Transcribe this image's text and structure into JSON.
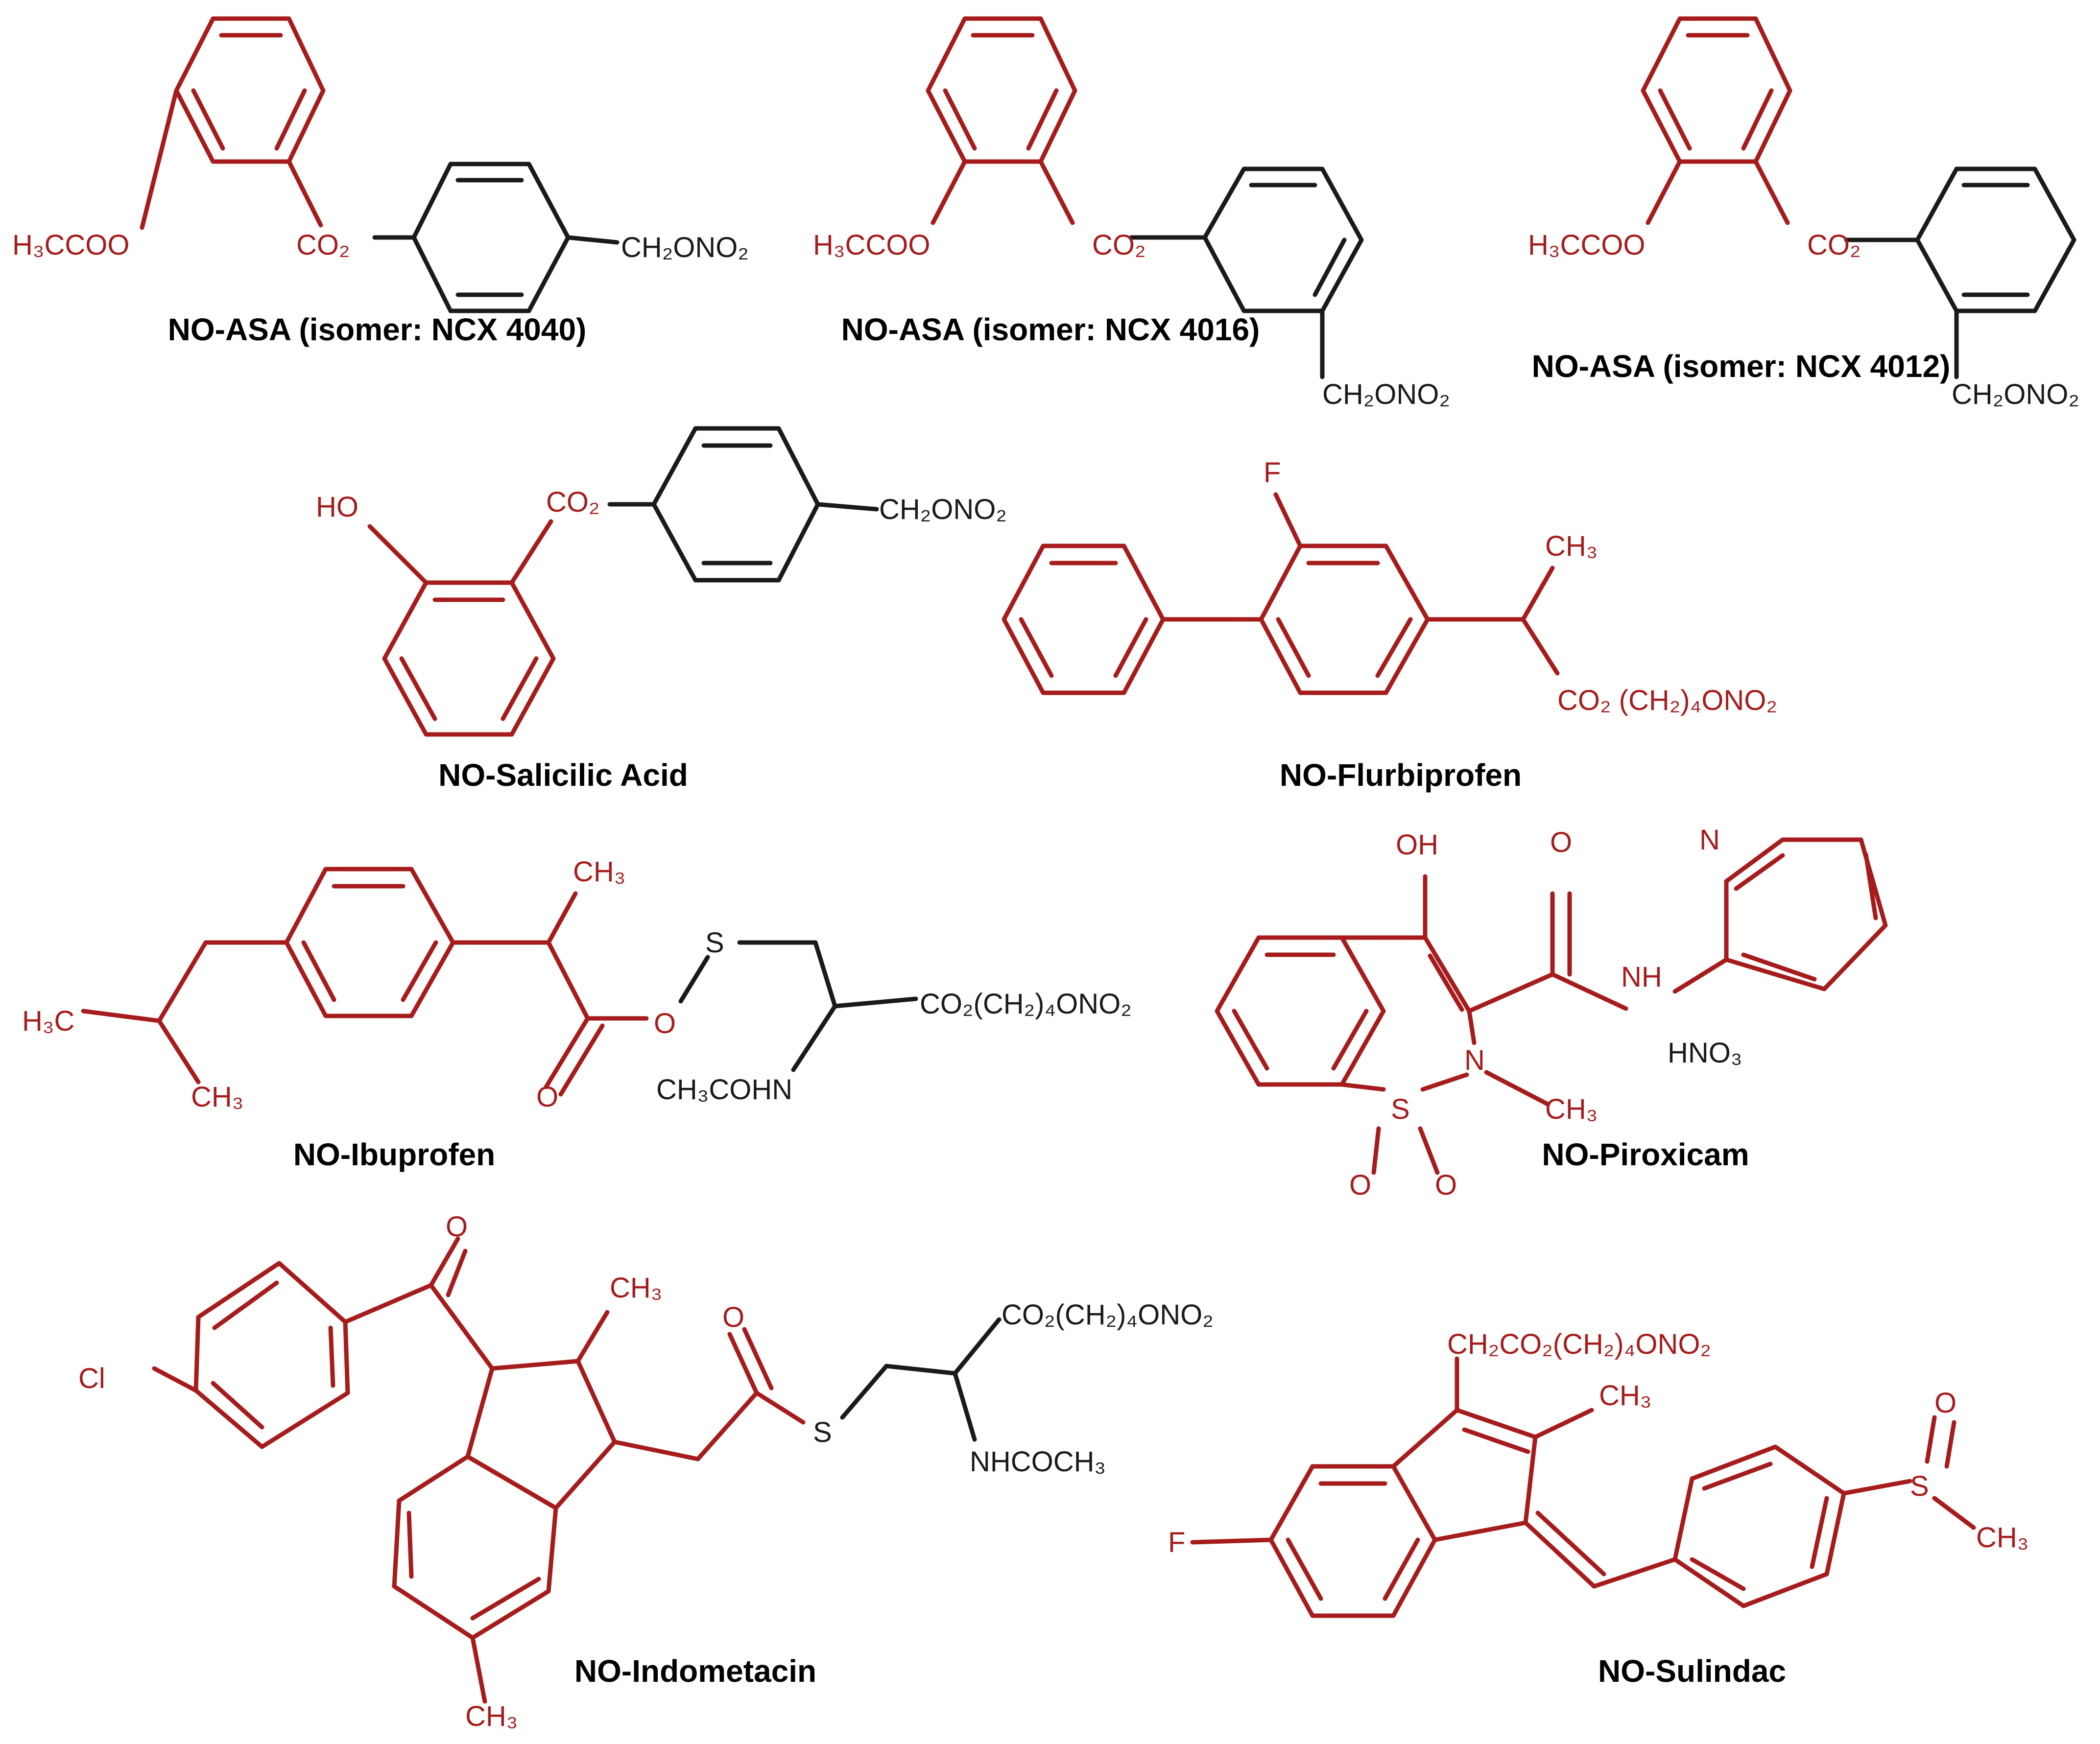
{
  "colors": {
    "drug_moiety": "#a61c1c",
    "linker": "#1a1a1a",
    "background": "#ffffff"
  },
  "captions": {
    "c1": "NO-ASA (isomer: NCX 4040)",
    "c2": "NO-ASA (isomer: NCX 4016)",
    "c3": "NO-ASA (isomer: NCX 4012)",
    "c4": "NO-Salicilic Acid",
    "c5": "NO-Flurbiprofen",
    "c6": "NO-Ibuprofen",
    "c7": "NO-Piroxicam",
    "c8": "NO-Indometacin",
    "c9": "NO-Sulindac"
  },
  "labels": {
    "l01": "H₃CCOO",
    "l02": "CO₂",
    "l03": "CH₂ONO₂",
    "l04": "H₃CCOO",
    "l05": "CO₂",
    "l06": "CH₂ONO₂",
    "l07": "H₃CCOO",
    "l08": "CO₂",
    "l09": "CH₂ONO₂",
    "l10": "HO",
    "l11": "CO₂",
    "l12": "CH₂ONO₂",
    "l13": "F",
    "l14": "CH₃",
    "l15": "CO₂ (CH₂)₄ONO₂",
    "l16": "CH₃",
    "l17": "H₃C",
    "l18": "CH₃",
    "l19": "O",
    "l20": "O",
    "l21": "S",
    "l22": "CO₂(CH₂)₄ONO₂",
    "l23": "CH₃COHN",
    "l24": "OH",
    "l25": "O",
    "l26": "N",
    "l27": "NH",
    "l28": "N",
    "l29": "CH₃",
    "l30": "S",
    "l31": "O",
    "l32": "O",
    "l33": "HNO₃",
    "l34": "O",
    "l35": "Cl",
    "l36": "CH₃",
    "l37": "O",
    "l38": "S",
    "l39": "CO₂(CH₂)₄ONO₂",
    "l40": "NHCOCH₃",
    "l41": "CH₃",
    "l42": "CH₂CO₂(CH₂)₄ONO₂",
    "l43": "CH₃",
    "l44": "F",
    "l45": "O",
    "l46": "S",
    "l47": "CH₃"
  }
}
